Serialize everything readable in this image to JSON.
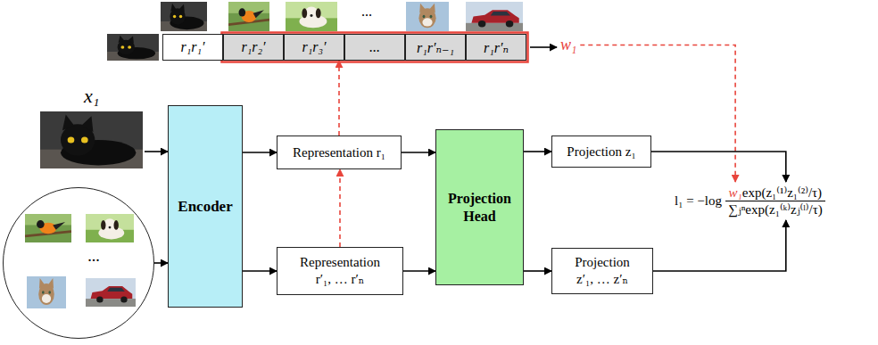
{
  "diagram": {
    "nodes": [
      {
        "text": [
          "r₁r₁′"
        ]
      },
      {
        "text": [
          "r₁r₂′"
        ]
      },
      {
        "text": [
          "r₁r₃′"
        ]
      },
      {
        "text": [
          "..."
        ]
      },
      {
        "text": [
          "r₁r′ₙ₋₁"
        ]
      },
      {
        "text": [
          "r₁r′ₙ"
        ]
      },
      {
        "text": [
          "..."
        ]
      },
      {
        "text": [
          "Encoder"
        ]
      },
      {
        "text": [
          "Representation r₁"
        ]
      },
      {
        "text": [
          "Representation r′₁, … r′ₙ"
        ]
      },
      {
        "text": [
          "Projection Head"
        ]
      },
      {
        "text": [
          "Projection z₁"
        ]
      },
      {
        "text": [
          "Projection z′₁, … z′ₙ"
        ]
      }
    ],
    "edges": [
      {
        "from": 6,
        "to": 7,
        "arrow": "to"
      },
      {
        "from": 7,
        "to": 8,
        "arrow": "to"
      },
      {
        "from": 7,
        "to": 9,
        "arrow": "to"
      },
      {
        "from": 8,
        "to": 10,
        "arrow": "to"
      },
      {
        "from": 9,
        "to": 10,
        "arrow": "to"
      },
      {
        "from": 10,
        "to": 11,
        "arrow": "to"
      },
      {
        "from": 10,
        "to": 12,
        "arrow": "to"
      },
      {
        "from": 9,
        "to": 8,
        "arrow": "to"
      },
      {
        "from": 8,
        "to": 2,
        "arrow": "to"
      }
    ],
    "labels": [
      "x₁",
      "...",
      "w₁",
      "l₁ = −log",
      "w₁",
      "exp(z₁⁽¹⁾z₁⁽²⁾/τ)",
      "∑ⱼⁿexp(z₁⁽ᵏ⁾zⱼ⁽ˡ⁾/τ)"
    ]
  }
}
